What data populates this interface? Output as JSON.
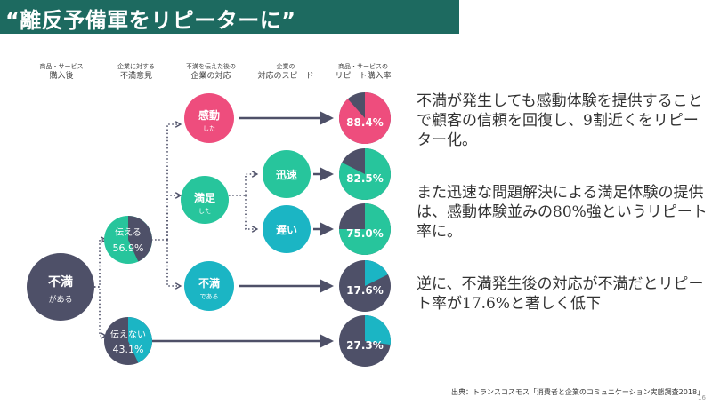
{
  "title": "“離反予備軍をリピーターに”",
  "columns": [
    {
      "l1": "商品・サービス",
      "l2": "購入後"
    },
    {
      "l1": "企業に対する",
      "l2": "不満意見"
    },
    {
      "l1": "不満を伝えた後の",
      "l2": "企業の対応"
    },
    {
      "l1": "企業の",
      "l2": "対応のスピード"
    },
    {
      "l1": "商品・サービスの",
      "l2": "リピート購入率"
    }
  ],
  "nodes": {
    "fuman": {
      "main": "不満",
      "sub": "がある"
    },
    "tsutaeru": {
      "main": "伝える",
      "pct": "56.9%",
      "value": 56.9
    },
    "tsutaenai": {
      "main": "伝えない",
      "pct": "43.1%",
      "value": 43.1
    },
    "kando": {
      "main": "感動",
      "sub": "した"
    },
    "manzoku": {
      "main": "満足",
      "sub": "した"
    },
    "fuman2": {
      "main": "不満",
      "sub": "である"
    },
    "jinsoku": {
      "main": "迅速"
    },
    "osoi": {
      "main": "遅い"
    }
  },
  "results": [
    {
      "label": "88.4%",
      "value": 88.4,
      "color": "#ee4d7d"
    },
    {
      "label": "82.5%",
      "value": 82.5,
      "color": "#27c59c"
    },
    {
      "label": "75.0%",
      "value": 75.0,
      "color": "#27c59c"
    },
    {
      "label": "17.6%",
      "value": 17.6,
      "color": "#1bb5c4"
    },
    {
      "label": "27.3%",
      "value": 27.3,
      "color": "#1bb5c4"
    }
  ],
  "colors": {
    "dark": "#4e5068",
    "pink": "#ee4d7d",
    "green": "#27c59c",
    "teal": "#1bb5c4",
    "title_bg": "#1d6a60"
  },
  "paragraphs": [
    "不満が発生しても感動体験を提供することで顧客の信頼を回復し、9割近くをリピーター化。",
    "また迅速な問題解決による満足体験の提供は、感動体験並みの80%強というリピート率に。",
    "逆に、不満発生後の対応が不満だとリピート率が17.6%と著しく低下"
  ],
  "source": "出典：トランスコスモス「消費者と企業のコミュニケーション実態調査2018」",
  "page_number": "16"
}
